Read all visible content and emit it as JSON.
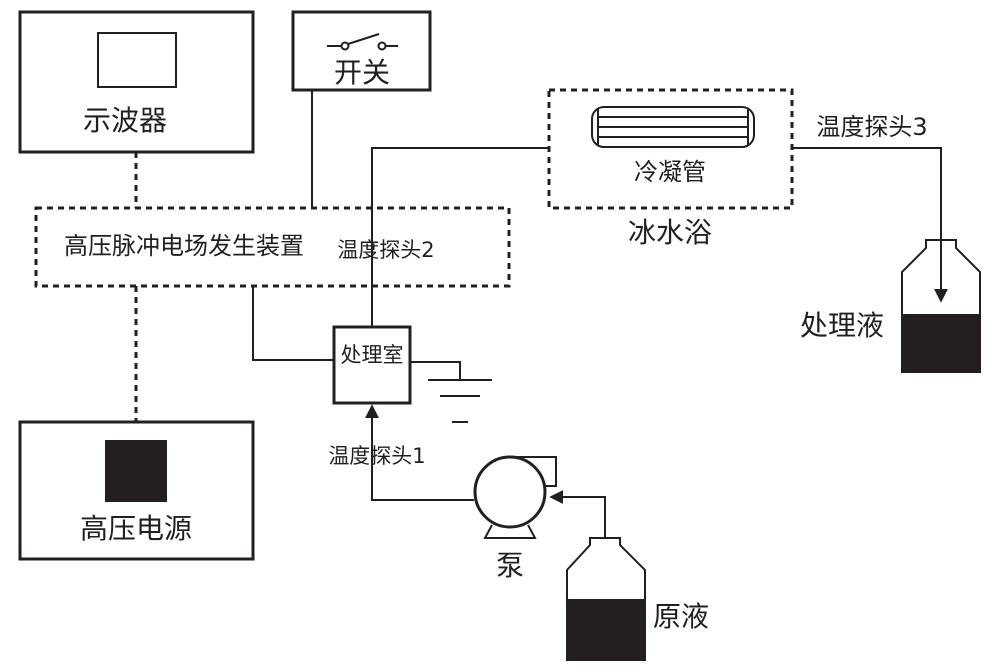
{
  "diagram": {
    "oscilloscope_label": "示波器",
    "switch_label": "开关",
    "generator_label": "高压脉冲电场发生装置",
    "condenser_label": "冷凝管",
    "ice_bath_label": "冰水浴",
    "probe3_label": "温度探头3",
    "probe2_label": "温度探头2",
    "probe1_label": "温度探头1",
    "treated_liquid_label": "处理液",
    "chamber_label": "处理室",
    "power_supply_label": "高压电源",
    "pump_label": "泵",
    "raw_liquid_label": "原液"
  },
  "colors": {
    "stroke": "#231f20",
    "fill_liquid": "#231f20",
    "background": "#ffffff"
  }
}
